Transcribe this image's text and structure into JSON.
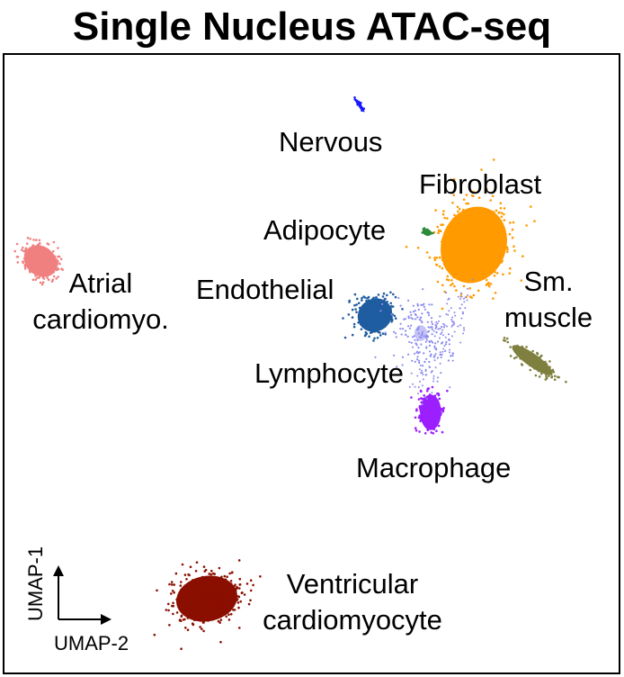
{
  "title": "Single Nucleus ATAC-seq",
  "chart_data": {
    "type": "scatter",
    "title": "Single Nucleus ATAC-seq",
    "xlabel": "UMAP-2",
    "ylabel": "UMAP-1",
    "grid": false,
    "legend": "none",
    "clusters": [
      {
        "name": "Nervous",
        "label_lines": [
          "Nervous"
        ],
        "color": "#1a1aff",
        "center": [
          400,
          117
        ]
      },
      {
        "name": "Fibroblast",
        "label_lines": [
          "Fibroblast"
        ],
        "color": "#ff9a00",
        "center": [
          527,
          272
        ]
      },
      {
        "name": "Adipocyte",
        "label_lines": [
          "Adipocyte"
        ],
        "color": "#2e8b3a",
        "center": [
          475,
          258
        ]
      },
      {
        "name": "Atrial cardiomyo.",
        "label_lines": [
          "Atrial",
          "cardiomyo."
        ],
        "color": "#f08080",
        "center": [
          45,
          290
        ]
      },
      {
        "name": "Endothelial",
        "label_lines": [
          "Endothelial"
        ],
        "color": "#1f5ca0",
        "center": [
          417,
          350
        ]
      },
      {
        "name": "Sm. muscle",
        "label_lines": [
          "Sm.",
          "muscle"
        ],
        "color": "#7f7f3f",
        "center": [
          592,
          400
        ]
      },
      {
        "name": "Lymphocyte",
        "label_lines": [
          "Lymphocyte"
        ],
        "color": "#8a8aee",
        "center": [
          468,
          370
        ]
      },
      {
        "name": "Macrophage",
        "label_lines": [
          "Macrophage"
        ],
        "color": "#9b1fff",
        "center": [
          479,
          458
        ]
      },
      {
        "name": "Ventricular cardiomyocyte",
        "label_lines": [
          "Ventricular",
          "cardiomyocyte"
        ],
        "color": "#8b0f00",
        "center": [
          230,
          665
        ]
      }
    ]
  }
}
